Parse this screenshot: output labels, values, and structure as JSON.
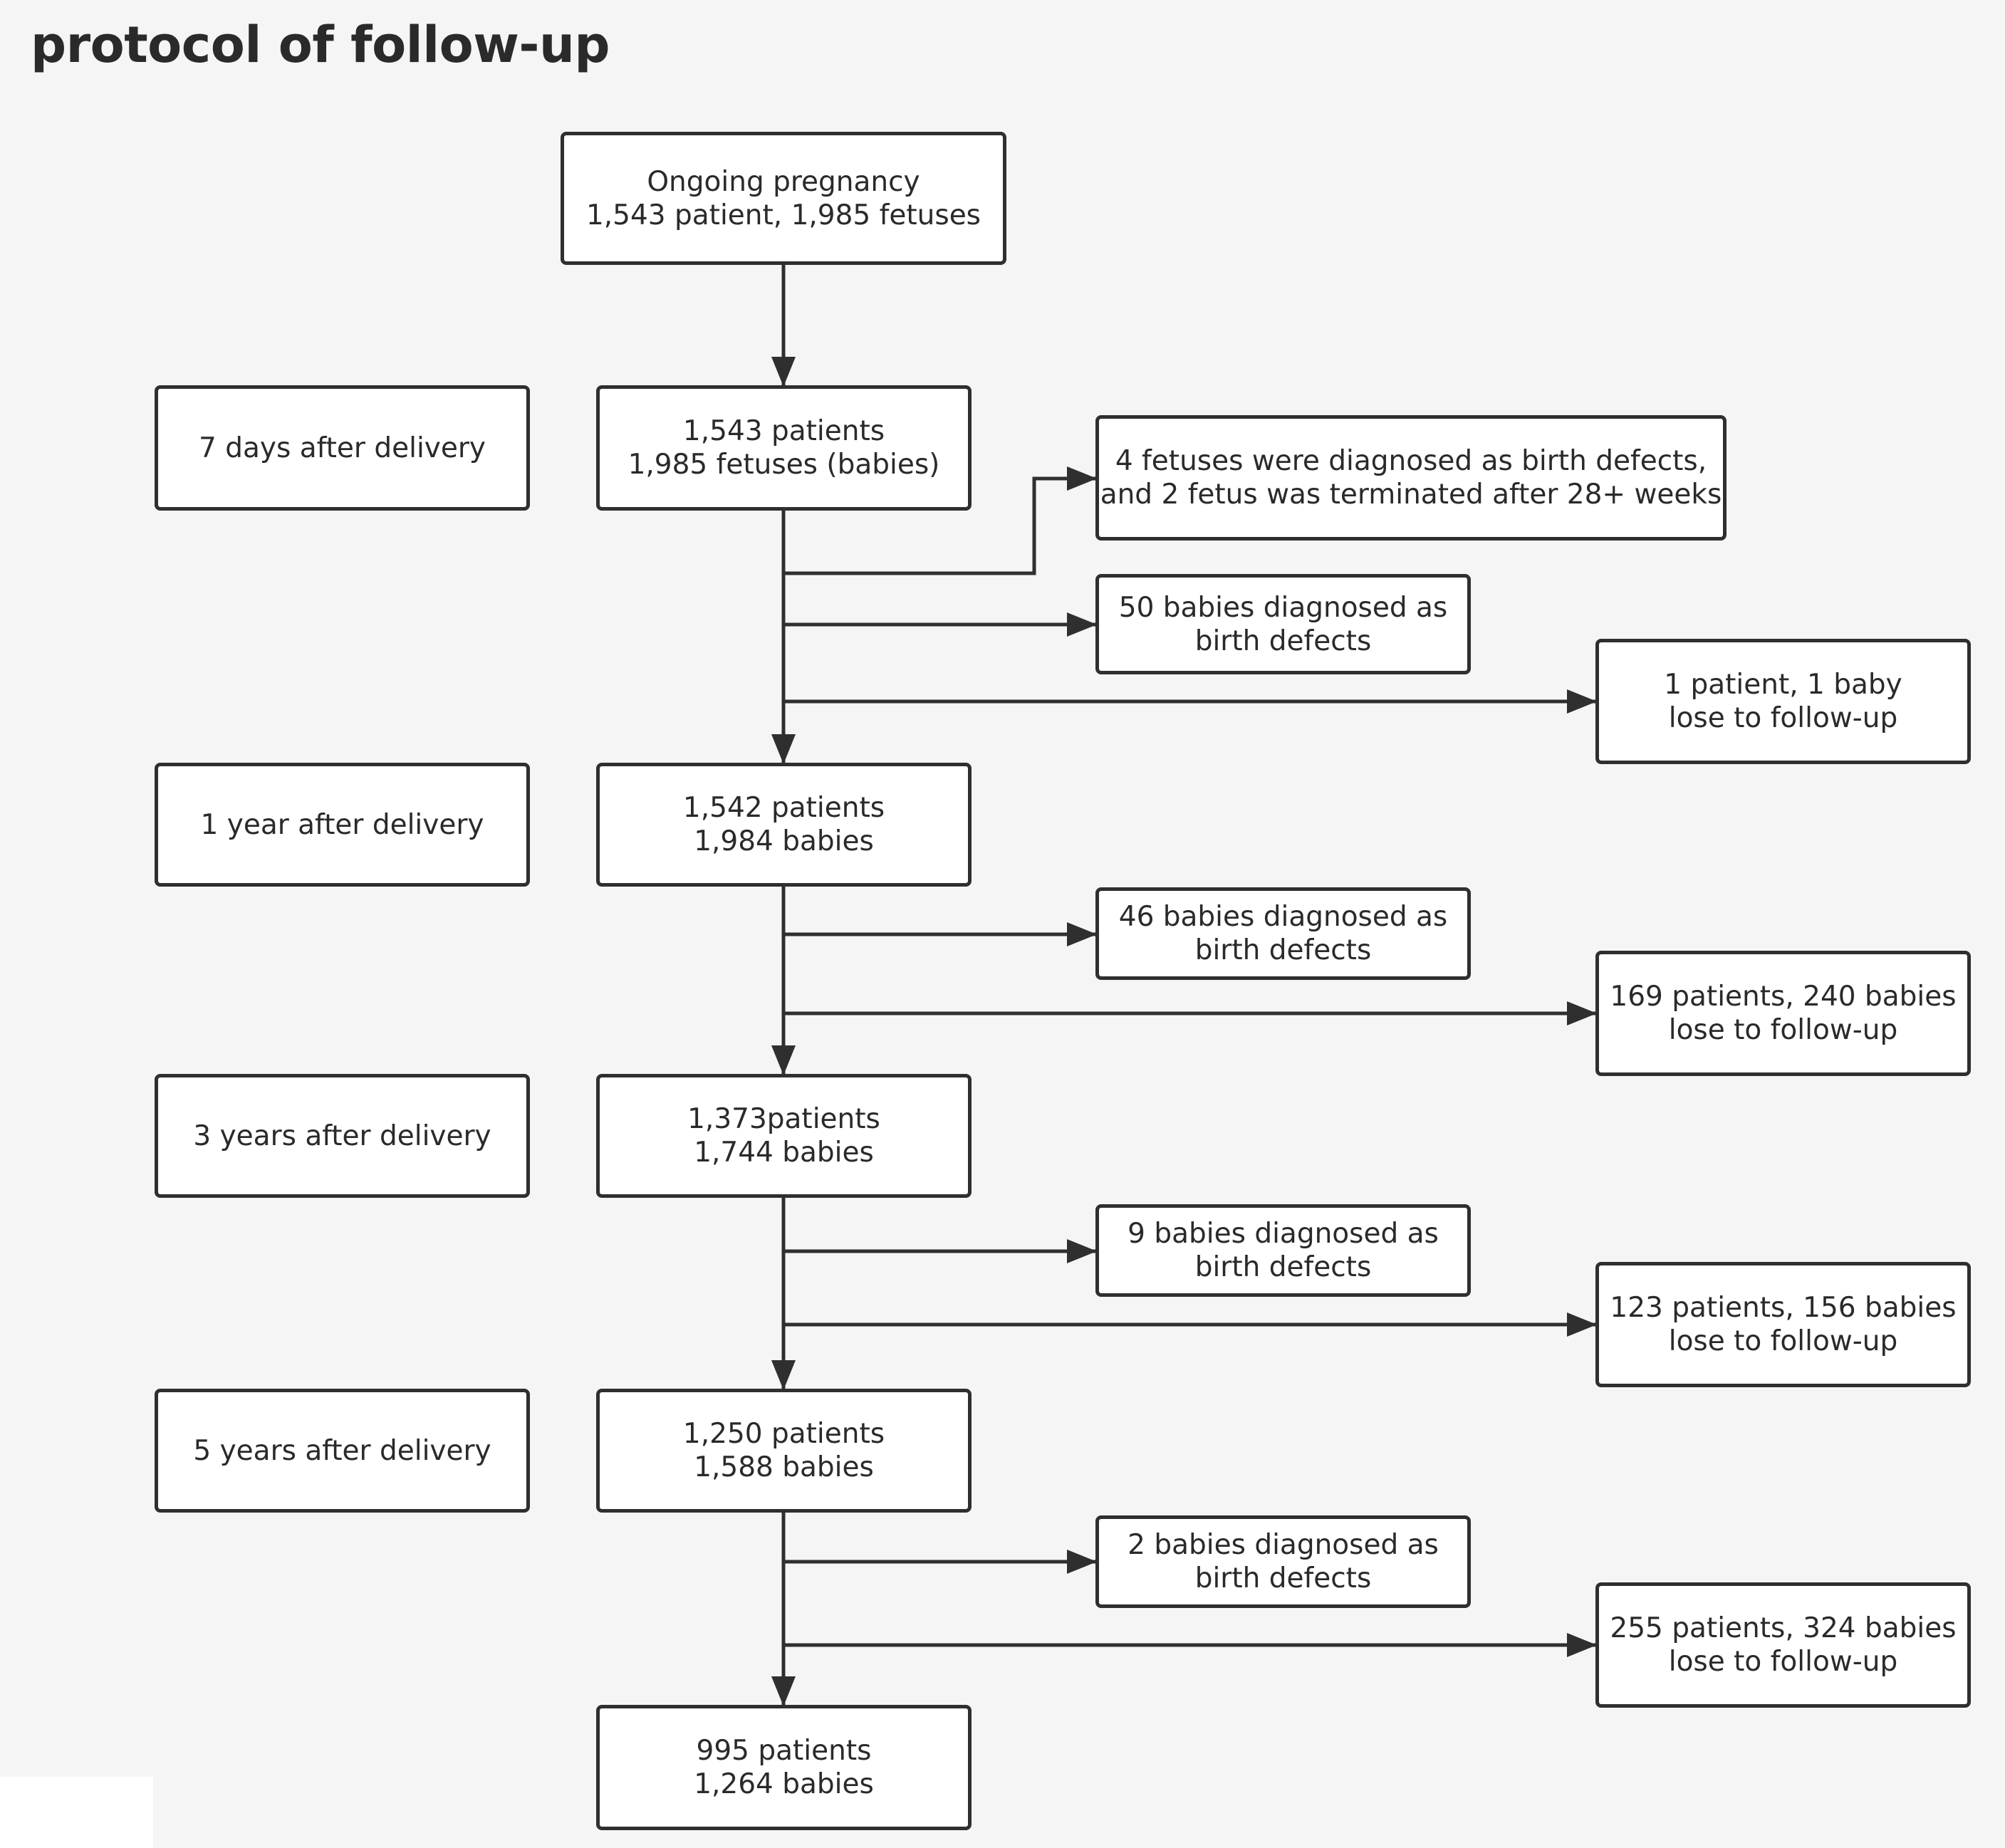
{
  "title": "protocol of follow-up",
  "nodes": {
    "start": {
      "line1": "Ongoing pregnancy",
      "line2": "1,543 patient, 1,985 fetuses"
    },
    "main_7d": {
      "line1": "1,543 patients",
      "line2": "1,985 fetuses (babies)"
    },
    "main_1y": {
      "line1": "1,542 patients",
      "line2": "1,984 babies"
    },
    "main_3y": {
      "line1": "1,373patients",
      "line2": "1,744 babies"
    },
    "main_5y": {
      "line1": "1,250 patients",
      "line2": "1,588 babies"
    },
    "final": {
      "line1": "995 patients",
      "line2": "1,264 babies"
    }
  },
  "timepoints": {
    "d7": "7 days after delivery",
    "y1": "1 year after delivery",
    "y3": "3 years after delivery",
    "y5": "5 years after delivery"
  },
  "defects": {
    "terminated": {
      "line1": "4 fetuses were diagnosed as birth defects,",
      "line2": "and 2 fetus was terminated after 28+ weeks"
    },
    "d7": {
      "line1": "50 babies diagnosed as",
      "line2": "birth defects"
    },
    "y1": {
      "line1": "46 babies diagnosed as",
      "line2": "birth defects"
    },
    "y3": {
      "line1": "9 babies diagnosed as",
      "line2": "birth defects"
    },
    "y5": {
      "line1": "2 babies diagnosed as",
      "line2": "birth defects"
    }
  },
  "lost": {
    "d7": {
      "line1": "1 patient, 1 baby",
      "line2": "lose to follow-up"
    },
    "y1": {
      "line1": "169 patients, 240 babies",
      "line2": "lose to follow-up"
    },
    "y3": {
      "line1": "123 patients, 156 babies",
      "line2": "lose to follow-up"
    },
    "y5": {
      "line1": "255 patients, 324 babies",
      "line2": "lose to follow-up"
    }
  },
  "colors": {
    "line": "#2f2f2f",
    "box_fill": "#ffffff",
    "background": "#f5f5f5"
  }
}
